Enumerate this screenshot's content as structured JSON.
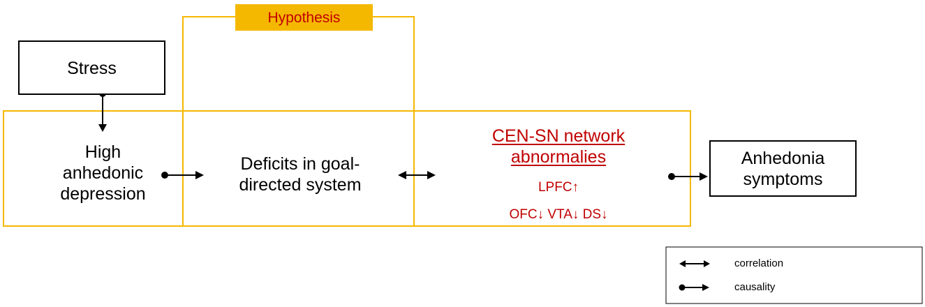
{
  "hypothesis_label": "Hypothesis",
  "nodes": {
    "stress": "Stress",
    "high_anhedonic_depression": [
      "High",
      "anhedonic",
      "depression"
    ],
    "deficits_goal_directed": [
      "Deficits in goal-",
      "directed system"
    ],
    "cen_sn_title": [
      "CEN-SN network",
      "abnormalies"
    ],
    "lpfc": "LPFC↑",
    "ofc_vta_ds": "OFC↓ VTA↓ DS↓",
    "anhedonia_symptoms": [
      "Anhedonia",
      "symptoms"
    ]
  },
  "legend": {
    "correlation": "correlation",
    "causality": "causality"
  },
  "colors": {
    "hypothesis_border": "#f5b800",
    "hypothesis_fill": "#f5b800",
    "highlight_text": "#c00000",
    "arrow": "#000000"
  }
}
